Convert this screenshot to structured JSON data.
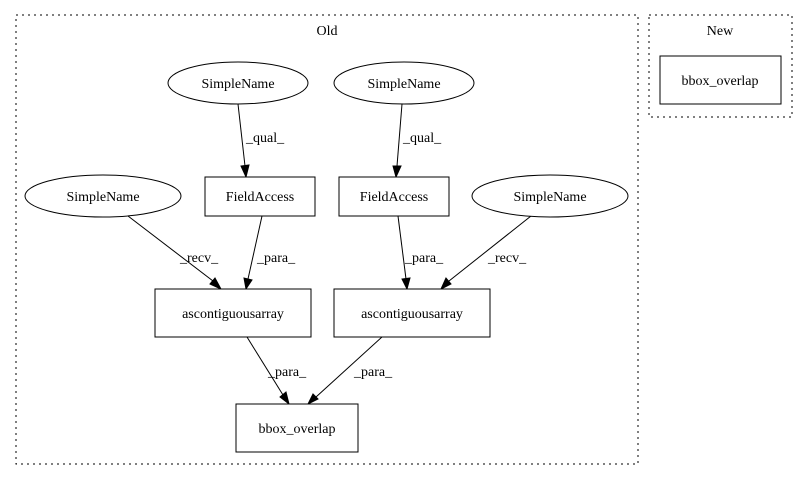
{
  "clusters": {
    "old": {
      "label": "Old"
    },
    "new": {
      "label": "New"
    }
  },
  "nodes": {
    "simplename_top_left": "SimpleName",
    "simplename_top_right": "SimpleName",
    "simplename_mid_left": "SimpleName",
    "simplename_mid_right": "SimpleName",
    "fieldaccess_left": "FieldAccess",
    "fieldaccess_right": "FieldAccess",
    "ascontiguousarray_left": "ascontiguousarray",
    "ascontiguousarray_right": "ascontiguousarray",
    "bbox_overlap_old": "bbox_overlap",
    "bbox_overlap_new": "bbox_overlap"
  },
  "edges": {
    "qual_left": "_qual_",
    "qual_right": "_qual_",
    "recv_left": "_recv_",
    "para_fa_left": "_para_",
    "para_fa_right": "_para_",
    "recv_right": "_recv_",
    "para_aa_left": "_para_",
    "para_aa_right": "_para_"
  }
}
